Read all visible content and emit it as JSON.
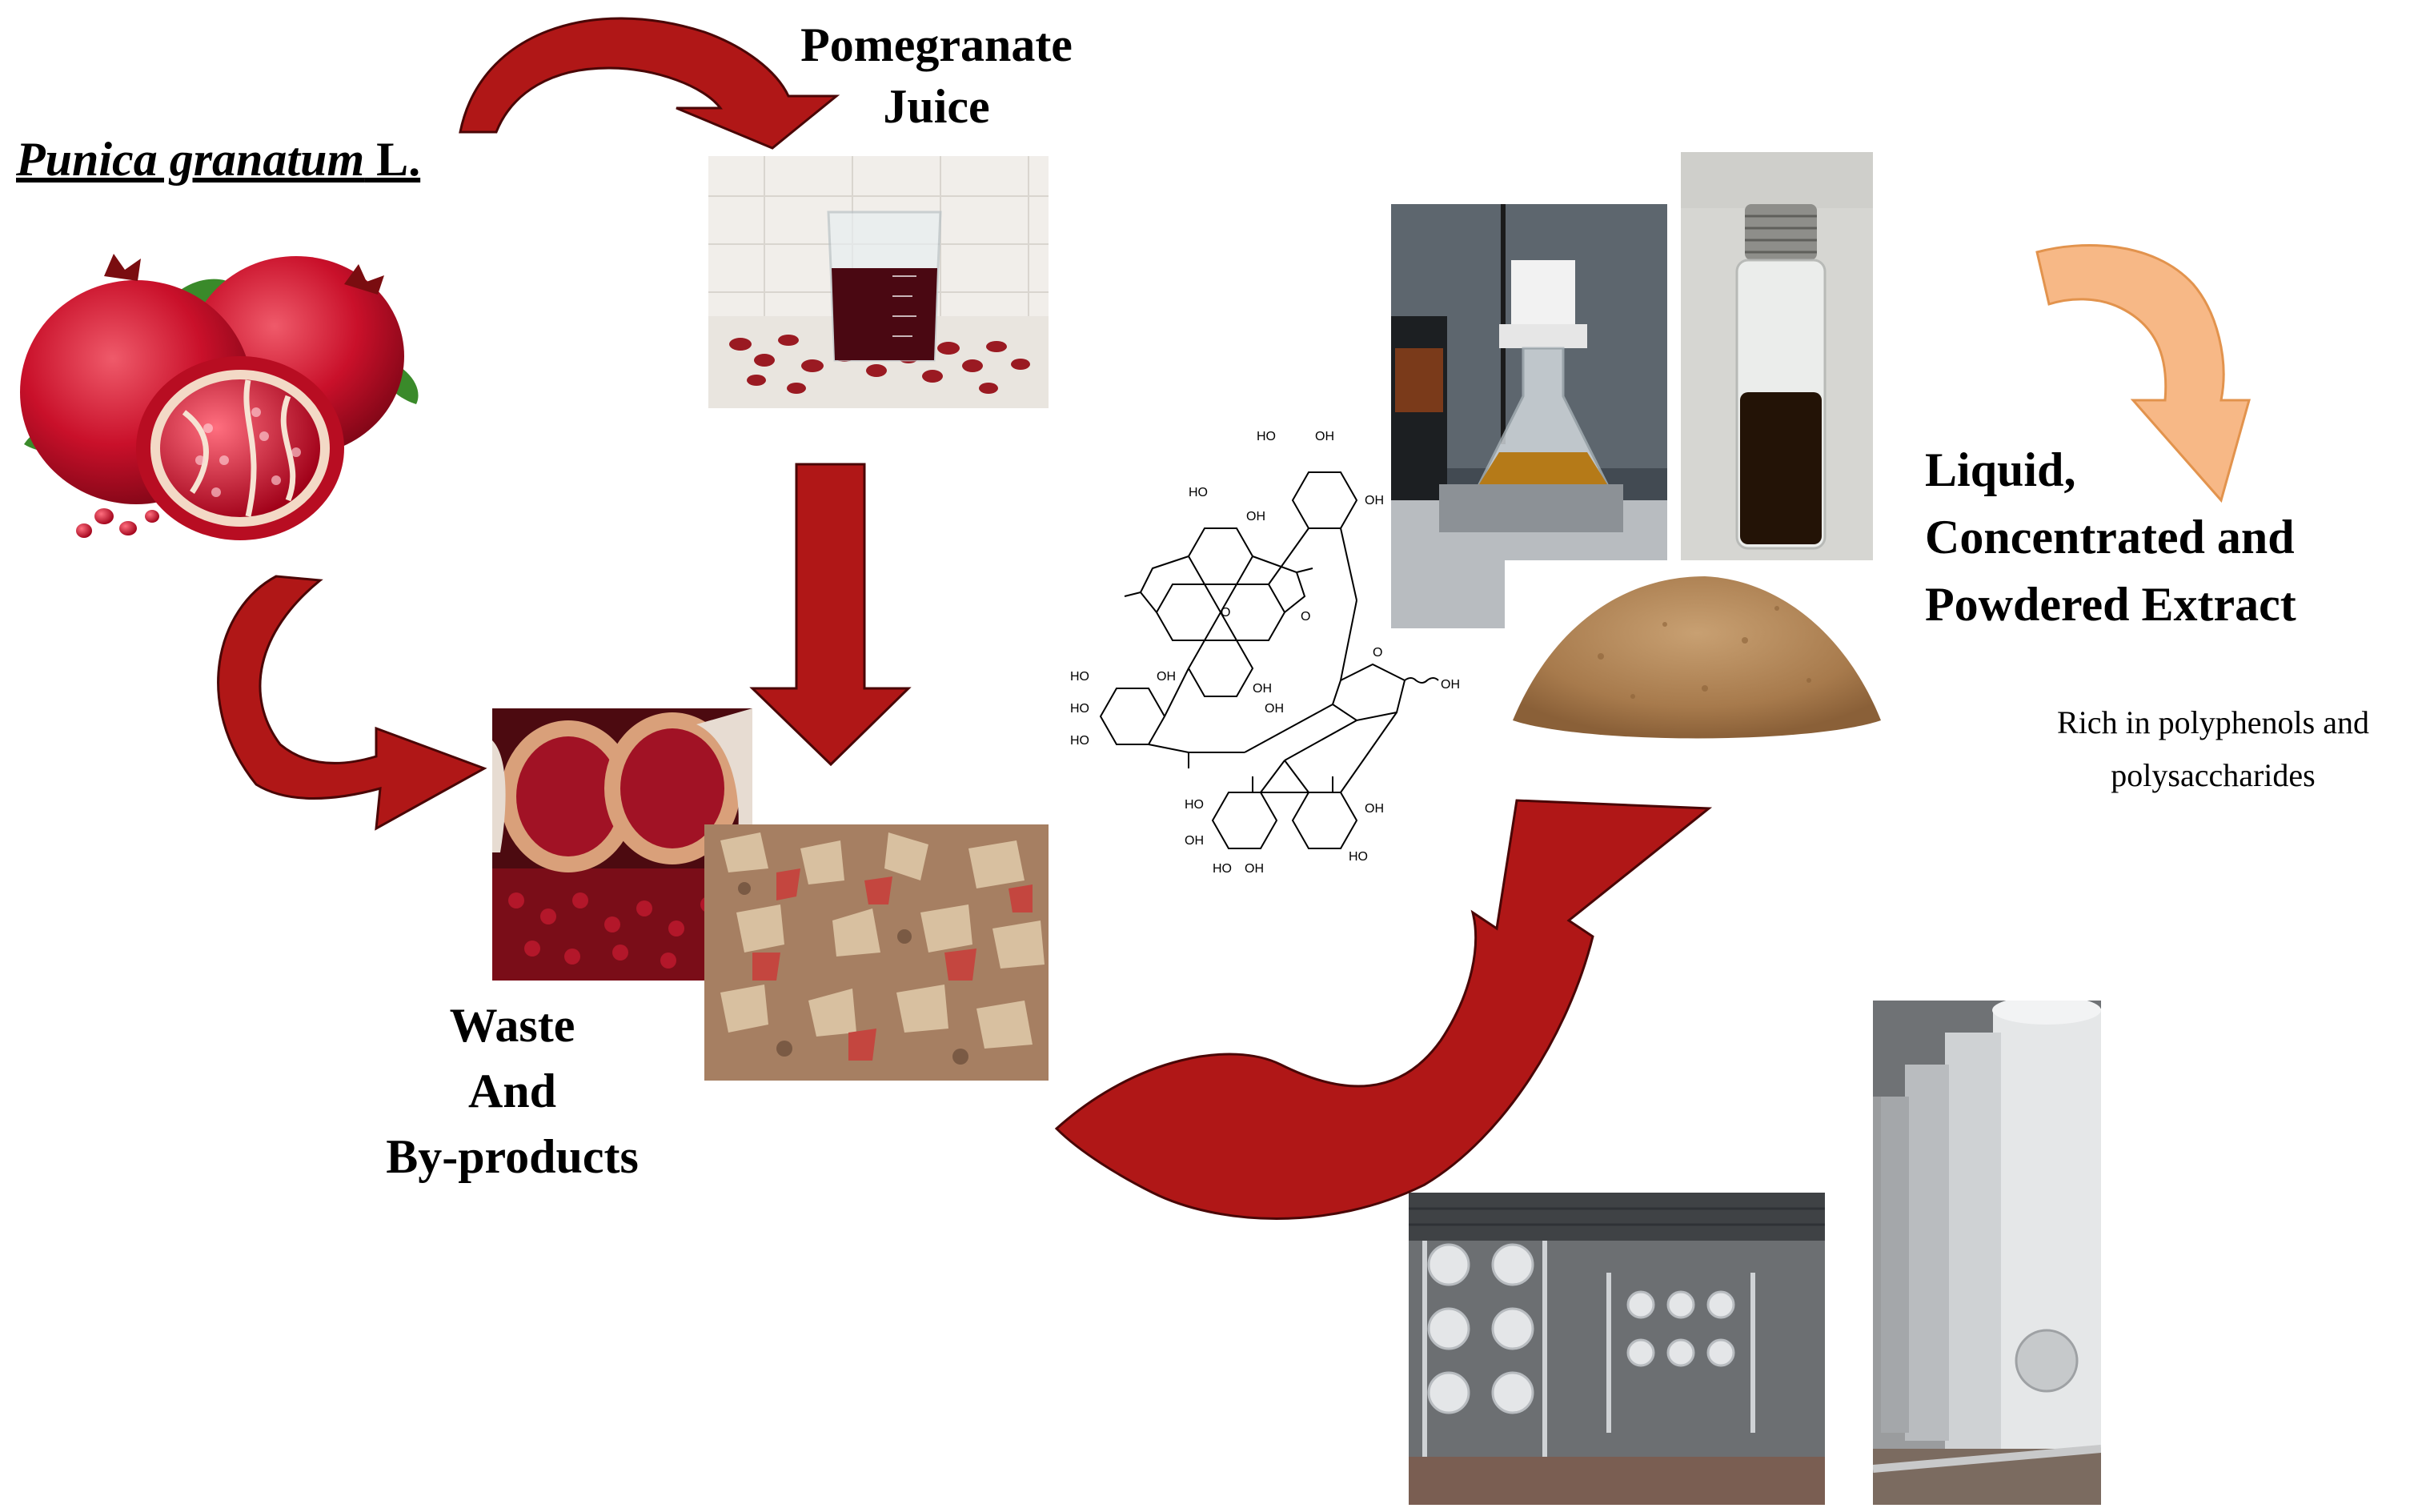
{
  "species": {
    "name_italic": "Punica granatum",
    "name_suffix": " L."
  },
  "juice": {
    "line1": "Pomegranate",
    "line2": "Juice"
  },
  "waste": {
    "line1": "Waste",
    "line2": "And",
    "line3": "By-products"
  },
  "extract": {
    "line1": "Liquid,",
    "line2": "Concentrated and",
    "line3": "Powdered Extract"
  },
  "rich": {
    "line1": "Rich in polyphenols and",
    "line2": "polysaccharides"
  },
  "molecule": {
    "labels": [
      "HO",
      "OH",
      "OH",
      "HO",
      "OH",
      "HO",
      "HO",
      "OH",
      "OH",
      "OH",
      "HO",
      "HO",
      "OH",
      "OH",
      "HO",
      "OH",
      "HO",
      "OH"
    ],
    "atom_o": "O"
  },
  "colors": {
    "arrow_red": "#b01717",
    "arrow_dark": "#5a0505",
    "arrow_peach": "#f7b27c"
  }
}
